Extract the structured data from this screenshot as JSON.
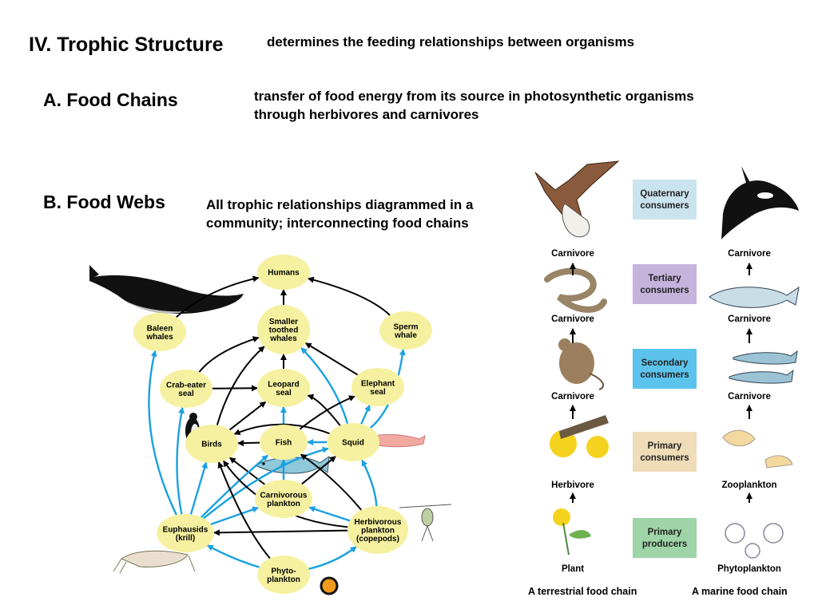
{
  "heading": {
    "title": "IV.  Trophic Structure",
    "description": "determines the feeding relationships between organisms"
  },
  "section_a": {
    "title": "A.  Food Chains",
    "desc_line1": "transfer of food energy from its source in photosynthetic organisms",
    "desc_line2": "through herbivores and carnivores"
  },
  "section_b": {
    "title": "B.  Food Webs",
    "desc_line1": "All trophic relationships diagrammed in a",
    "desc_line2": "community;  interconnecting food chains"
  },
  "food_web": {
    "nodes": {
      "humans": [
        "Humans"
      ],
      "baleen": [
        "Baleen",
        "whales"
      ],
      "smaller": [
        "Smaller",
        "toothed",
        "whales"
      ],
      "sperm": [
        "Sperm",
        "whale"
      ],
      "crab": [
        "Crab-eater",
        "seal"
      ],
      "leopard": [
        "Leopard",
        "seal"
      ],
      "elephant": [
        "Elephant",
        "seal"
      ],
      "birds": [
        "Birds"
      ],
      "fish": [
        "Fish"
      ],
      "squid": [
        "Squid"
      ],
      "carniv": [
        "Carnivorous",
        "plankton"
      ],
      "euph": [
        "Euphausids",
        "(krill)"
      ],
      "herbiv": [
        "Herbivorous",
        "plankton",
        "(copepods)"
      ],
      "phyto": [
        "Phyto-",
        "plankton"
      ]
    },
    "colors": {
      "node": "#f6f1a0",
      "arrow_black": "#000000",
      "arrow_blue": "#1aa1e0"
    }
  },
  "food_chains": {
    "levels": [
      {
        "label": [
          "Quaternary",
          "consumers"
        ],
        "color": "#c9e4ee"
      },
      {
        "label": [
          "Tertiary",
          "consumers"
        ],
        "color": "#c6b3dc"
      },
      {
        "label": [
          "Secondary",
          "consumers"
        ],
        "color": "#5cc3ec"
      },
      {
        "label": [
          "Primary",
          "consumers"
        ],
        "color": "#f0dcb8"
      },
      {
        "label": [
          "Primary",
          "producers"
        ],
        "color": "#9ed4a6"
      }
    ],
    "terrestrial": {
      "labels": [
        "Carnivore",
        "Carnivore",
        "Carnivore",
        "Herbivore",
        "Plant"
      ],
      "caption": "A terrestrial food chain"
    },
    "marine": {
      "labels": [
        "Carnivore",
        "Carnivore",
        "Carnivore",
        "Zooplankton",
        "Phytoplankton"
      ],
      "caption": "A marine food chain"
    }
  }
}
